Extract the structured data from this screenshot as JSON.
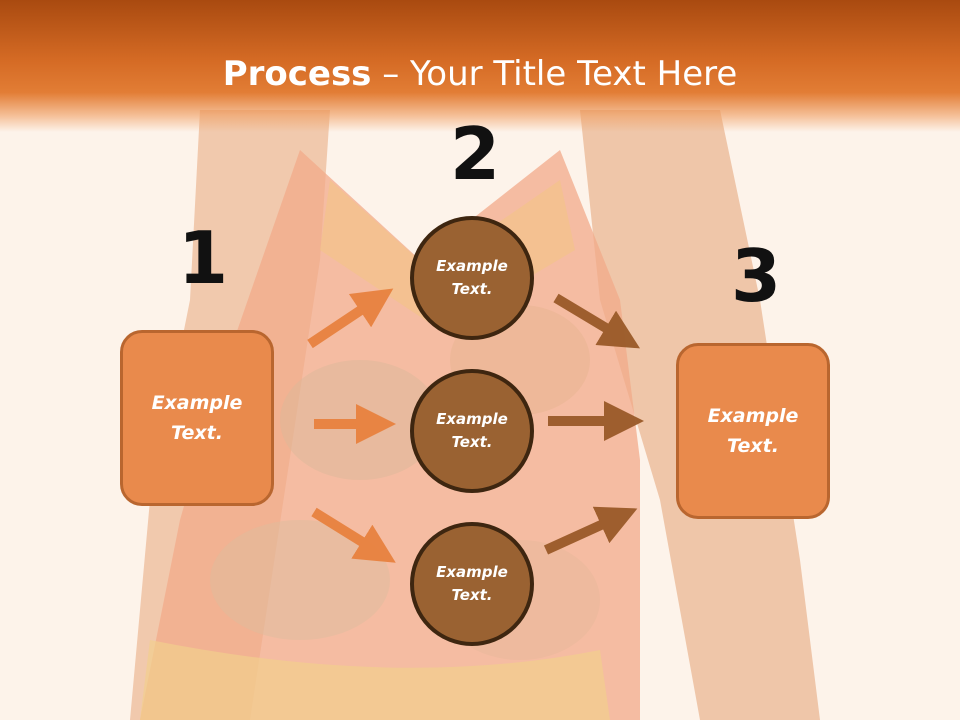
{
  "slide": {
    "title_bold": "Process",
    "title_rest": " – Your Title Text Here",
    "colors": {
      "title_bar": "#d46a24",
      "box_fill": "#e98a4c",
      "box_border": "#b9662f",
      "circle_fill": "#9a6232",
      "circle_border": "#3e2610",
      "arrow_left": "#e8823f",
      "arrow_right": "#9a5a28"
    }
  },
  "steps": {
    "num1": "1",
    "num2": "2",
    "num3": "3"
  },
  "boxes": {
    "left": "Example\nText.",
    "right": "Example\nText."
  },
  "circles": {
    "top": "Example\nText.",
    "middle": "Example\nText.",
    "bottom": "Example\nText."
  },
  "icons": {
    "arrows": "arrow-icon"
  }
}
